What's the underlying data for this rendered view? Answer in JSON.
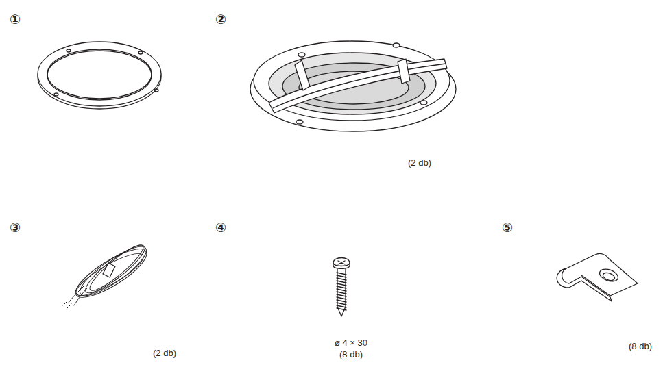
{
  "diagram": {
    "labels": [
      "①",
      "②",
      "(2 db)",
      "③",
      "④",
      "⑤",
      "(2 db)",
      "ø 4 × 30",
      "(8 db)",
      "(8 db)"
    ]
  }
}
